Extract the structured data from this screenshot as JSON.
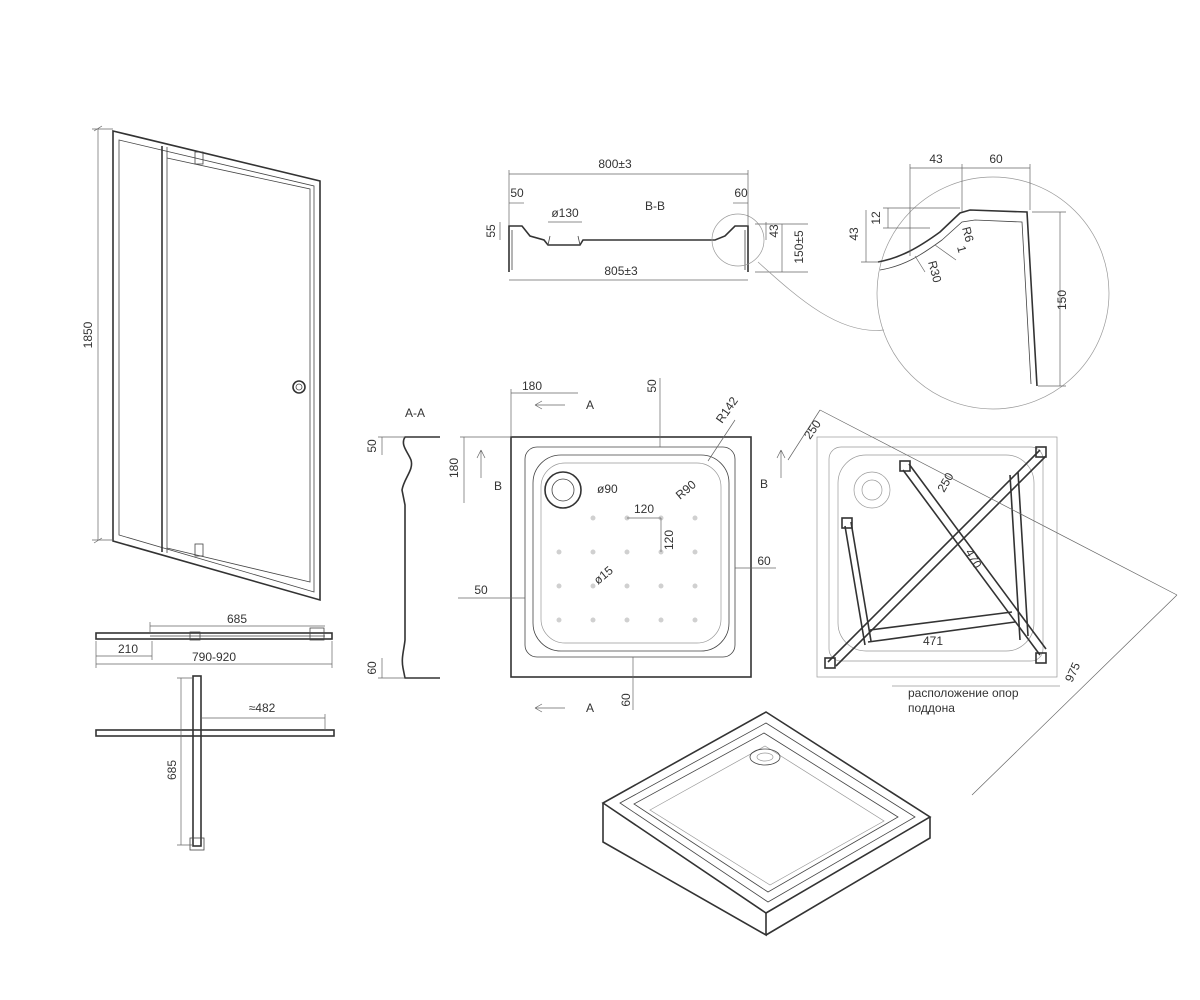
{
  "door_front": {
    "height": "1850"
  },
  "door_top": {
    "width_685": "685",
    "offset_210": "210",
    "range": "790-920"
  },
  "door_swing": {
    "approx_482": "≈482",
    "dim_685": "685"
  },
  "section_bb": {
    "width_top": "800±3",
    "width_bottom": "805±3",
    "d50": "50",
    "d60": "60",
    "d55": "55",
    "d43": "43",
    "d150": "150±5",
    "drain": "ø130",
    "label": "B-B"
  },
  "detail": {
    "d43": "43",
    "d60": "60",
    "d12": "12",
    "d43v": "43",
    "r6": "R6",
    "d1": "1",
    "r30": "R30",
    "d150": "150"
  },
  "section_aa": {
    "label": "A-A",
    "d50": "50",
    "d60": "60"
  },
  "tray_top": {
    "d180_h": "180",
    "d50_top": "50",
    "r142": "R142",
    "d180_v": "180",
    "d50_left": "50",
    "d60_right": "60",
    "d60_bottom": "60",
    "d90": "ø90",
    "r90": "R90",
    "d120_h": "120",
    "d120_v": "120",
    "d15": "ø15",
    "mark_a": "A",
    "mark_b": "B"
  },
  "supports": {
    "d250_a": "250",
    "d250_b": "250",
    "d470": "470",
    "d471": "471",
    "d975": "975",
    "caption_1": "расположение опор",
    "caption_2": "поддона"
  }
}
